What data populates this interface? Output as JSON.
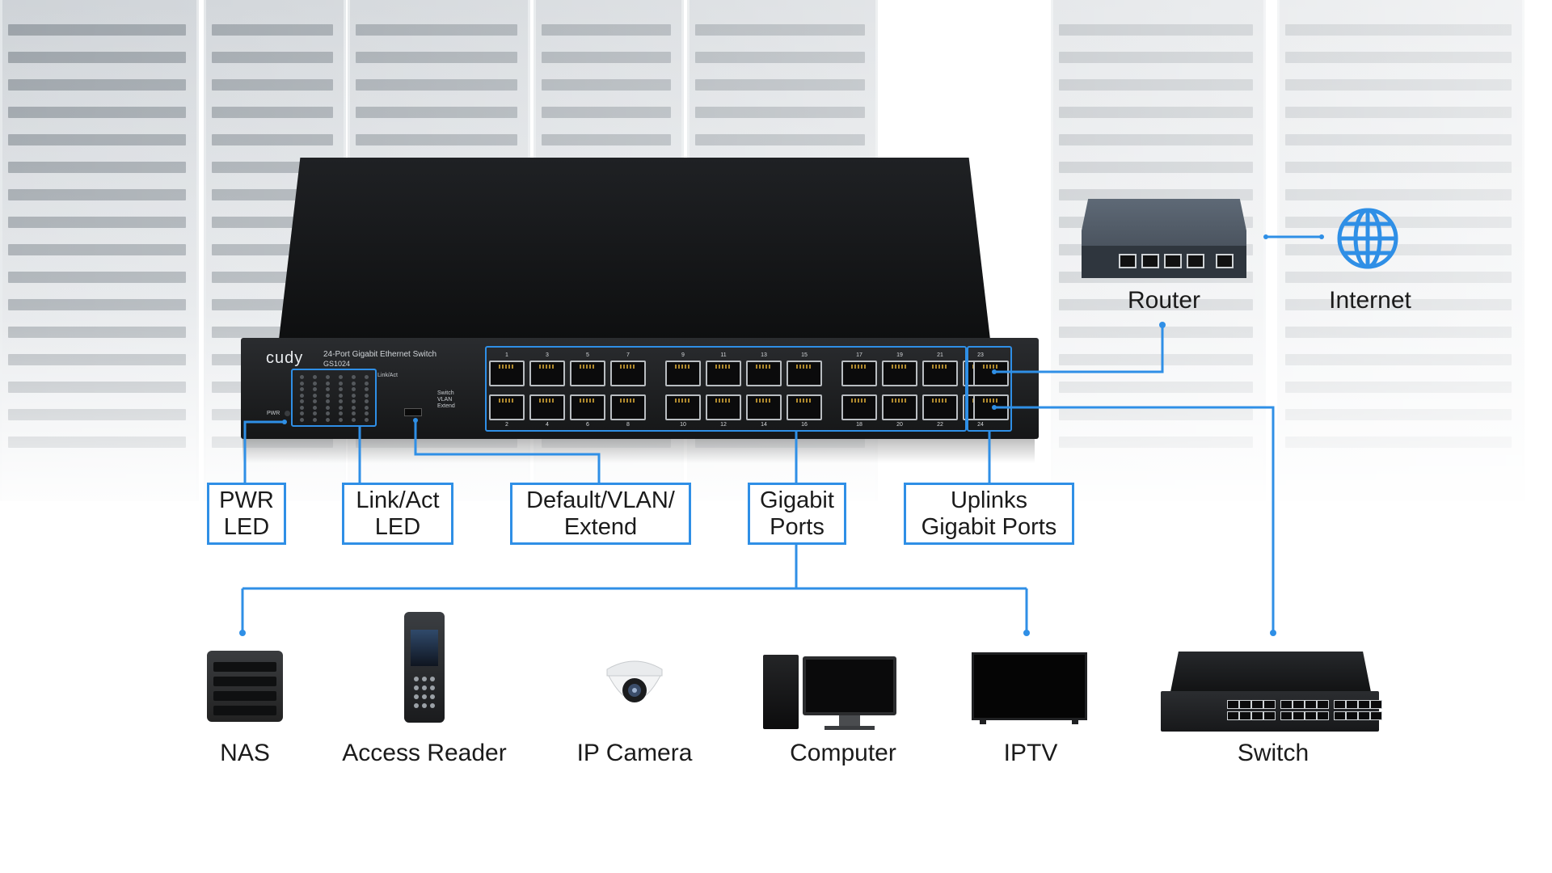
{
  "switch": {
    "brand": "cudy",
    "model_line": "24-Port Gigabit Ethernet Switch",
    "model_code": "GS1024",
    "pwr_text": "PWR",
    "link_act_text": "Link/Act",
    "mode_labels": [
      "Switch",
      "VLAN",
      "Extend"
    ],
    "port_numbers_top": [
      "1",
      "3",
      "5",
      "7",
      "9",
      "11",
      "13",
      "15",
      "17",
      "19",
      "21",
      "23"
    ],
    "port_numbers_bottom": [
      "2",
      "4",
      "6",
      "8",
      "10",
      "12",
      "14",
      "16",
      "18",
      "20",
      "22",
      "24"
    ]
  },
  "callouts": {
    "pwr": [
      "PWR",
      "LED"
    ],
    "link": [
      "Link/Act",
      "LED"
    ],
    "mode": [
      "Default/VLAN/",
      "Extend"
    ],
    "gigabit": [
      "Gigabit",
      "Ports"
    ],
    "uplinks": [
      "Uplinks",
      "Gigabit Ports"
    ]
  },
  "devices": {
    "router": "Router",
    "internet": "Internet",
    "nas": "NAS",
    "access_reader": "Access Reader",
    "ip_camera": "IP Camera",
    "computer": "Computer",
    "iptv": "IPTV",
    "switch": "Switch"
  },
  "colors": {
    "accent_blue": "#2f8fe6",
    "device_dark": "#151617",
    "text": "#1b1b1b"
  }
}
